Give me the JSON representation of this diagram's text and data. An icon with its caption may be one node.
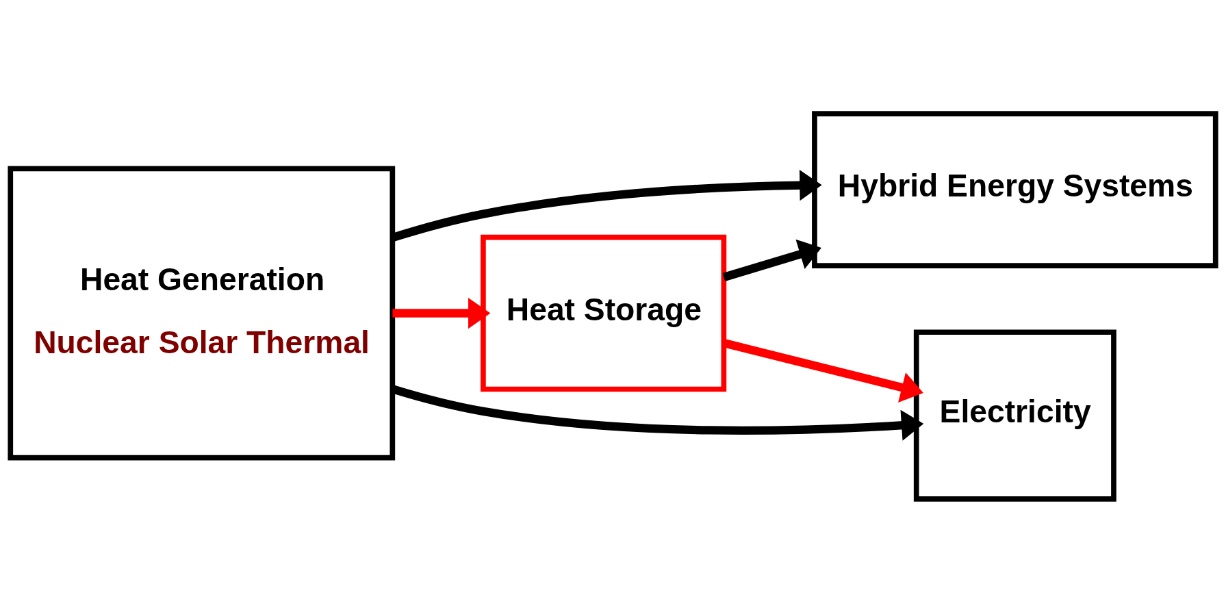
{
  "diagram": {
    "nodes": [
      {
        "text": [
          "Heat Generation",
          "Nuclear Solar Thermal"
        ]
      },
      {
        "text": [
          "Heat Storage"
        ]
      },
      {
        "text": [
          "Hybrid Energy Systems"
        ]
      },
      {
        "text": [
          "Electricity"
        ]
      }
    ],
    "edges": [
      {
        "from": 0,
        "to": 2,
        "arrow": "to"
      },
      {
        "from": 0,
        "to": 1,
        "arrow": "to",
        "color": "#ff0000"
      },
      {
        "from": 1,
        "to": 2,
        "arrow": "to"
      },
      {
        "from": 1,
        "to": 3,
        "arrow": "to",
        "color": "#ff0000"
      },
      {
        "from": 0,
        "to": 3,
        "arrow": "to"
      }
    ]
  }
}
